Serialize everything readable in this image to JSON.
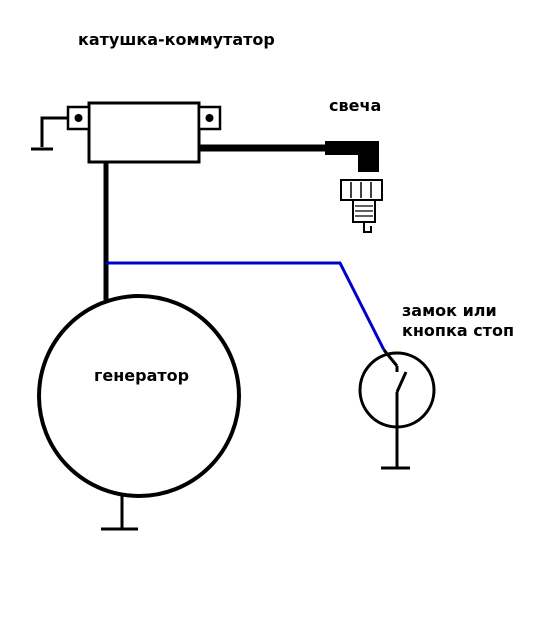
{
  "labels": {
    "coil": "катушка-коммутатор",
    "spark_plug": "свеча",
    "generator": "генератор",
    "switch_line1": "замок или",
    "switch_line2": "кнопка стоп"
  },
  "colors": {
    "wire": "#000000",
    "kill_wire": "#0000cc",
    "background": "#ffffff"
  },
  "icons": {
    "coil": "ignition-coil-icon",
    "spark_plug": "spark-plug-icon",
    "generator": "generator-circle-icon",
    "switch": "kill-switch-icon",
    "ground": "ground-symbol-icon"
  }
}
